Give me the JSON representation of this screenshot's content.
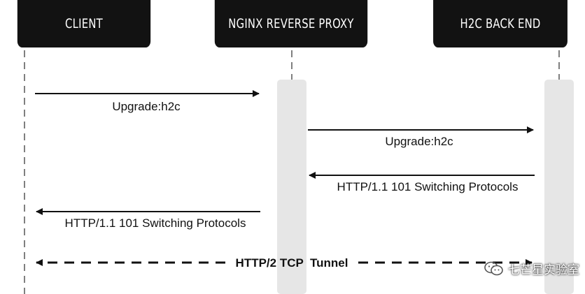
{
  "participants": [
    {
      "id": "client",
      "label": "CLIENT"
    },
    {
      "id": "proxy",
      "label": "NGINX REVERSE PROXY"
    },
    {
      "id": "backend",
      "label": "H2C BACK END"
    }
  ],
  "messages": [
    {
      "id": "msg-client-upgrade",
      "from": "client",
      "to": "proxy",
      "label": "Upgrade:h2c",
      "style": "solid"
    },
    {
      "id": "msg-proxy-upgrade",
      "from": "proxy",
      "to": "backend",
      "label": "Upgrade:h2c",
      "style": "solid"
    },
    {
      "id": "msg-backend-switching",
      "from": "backend",
      "to": "proxy",
      "label": "HTTP/1.1 101 Switching Protocols",
      "style": "solid"
    },
    {
      "id": "msg-proxy-switching",
      "from": "proxy",
      "to": "client",
      "label": "HTTP/1.1 101 Switching Protocols",
      "style": "solid"
    },
    {
      "id": "msg-tunnel",
      "from": "client",
      "to": "backend",
      "label": "HTTP/2 TCP  Tunnel",
      "style": "dashed-bidirectional"
    }
  ],
  "watermark": {
    "text": "七芒星实验室",
    "icon": "wechat-icon"
  },
  "colors": {
    "header": "#121212",
    "lifeline": "#555555",
    "activation": "#e6e6e6",
    "arrow": "#111111"
  }
}
